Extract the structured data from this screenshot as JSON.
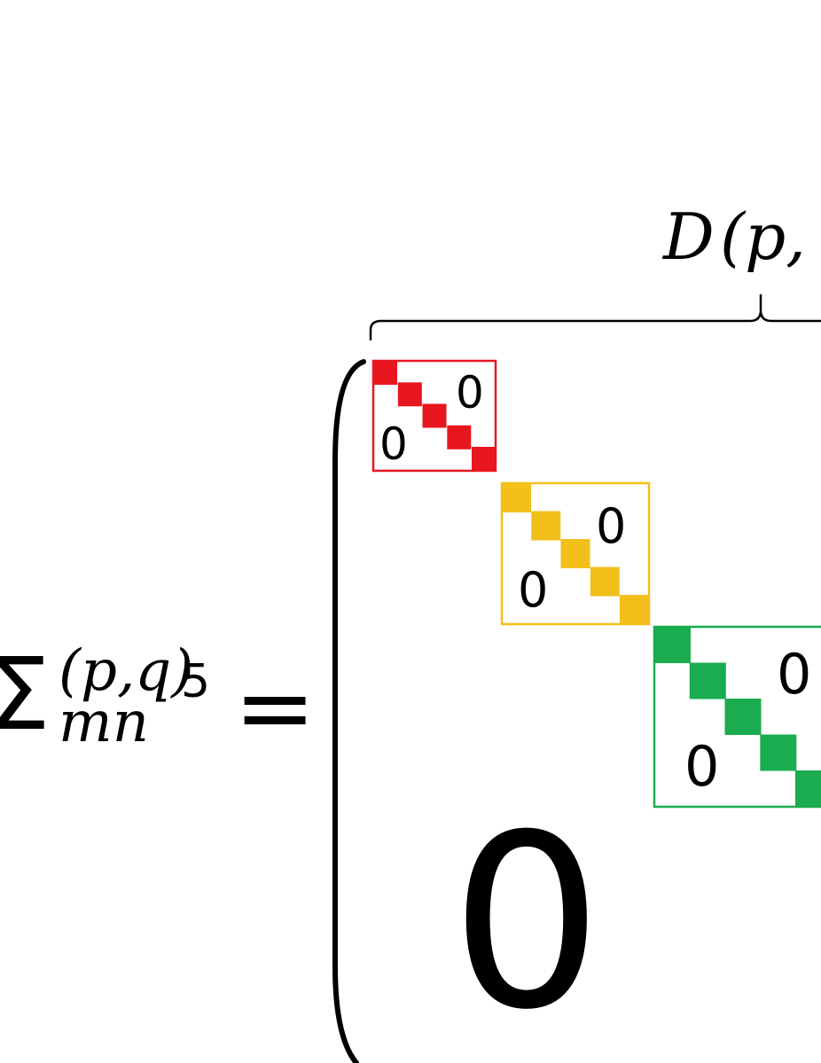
{
  "top_label": {
    "D": "D",
    "paren_p": "(p,"
  },
  "lhs": {
    "sigma": "Σ",
    "superscript": "(p,q)",
    "sup_index": "5",
    "subscript": "mn",
    "equals": "="
  },
  "big_zero": "0",
  "blocks": [
    {
      "name": "red",
      "color": "#e8161f",
      "zero_upper": "0",
      "zero_lower": "0"
    },
    {
      "name": "yellow",
      "color": "#f2bf1b",
      "zero_upper": "0",
      "zero_lower": "0"
    },
    {
      "name": "green",
      "color": "#1aac4f",
      "zero_upper": "0",
      "zero_lower": "0"
    }
  ]
}
